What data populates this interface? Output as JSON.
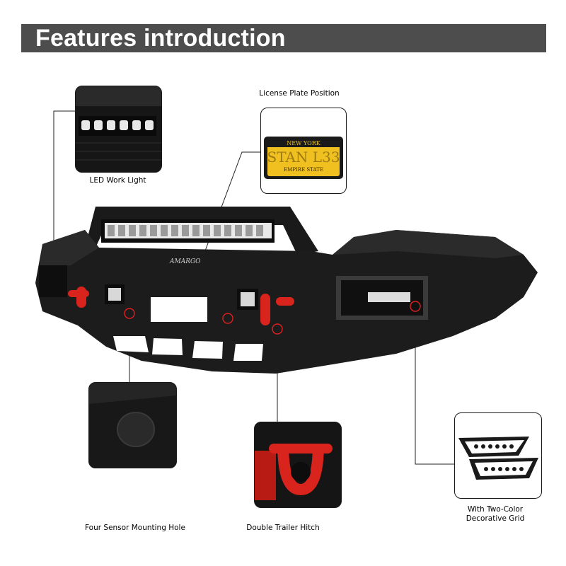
{
  "header": {
    "title": "Features introduction"
  },
  "features": {
    "led_work_light": {
      "label": "LED Work Light"
    },
    "license_plate": {
      "label": "License Plate Position",
      "plate_state": "NEW YORK",
      "plate_number": "STAN L33",
      "plate_motto": "EMPIRE STATE"
    },
    "sensor_hole": {
      "label": "Four Sensor Mounting Hole"
    },
    "trailer_hitch": {
      "label": "Double Trailer Hitch"
    },
    "decorative_grid": {
      "label_line1": "With Two-Color",
      "label_line2": "Decorative Grid"
    }
  },
  "product": {
    "brand_mark": "AMARGO"
  },
  "colors": {
    "banner": "#4d4d4d",
    "bumper": "#1c1c1c",
    "shackle": "#d9231d",
    "marker": "#e02020"
  }
}
